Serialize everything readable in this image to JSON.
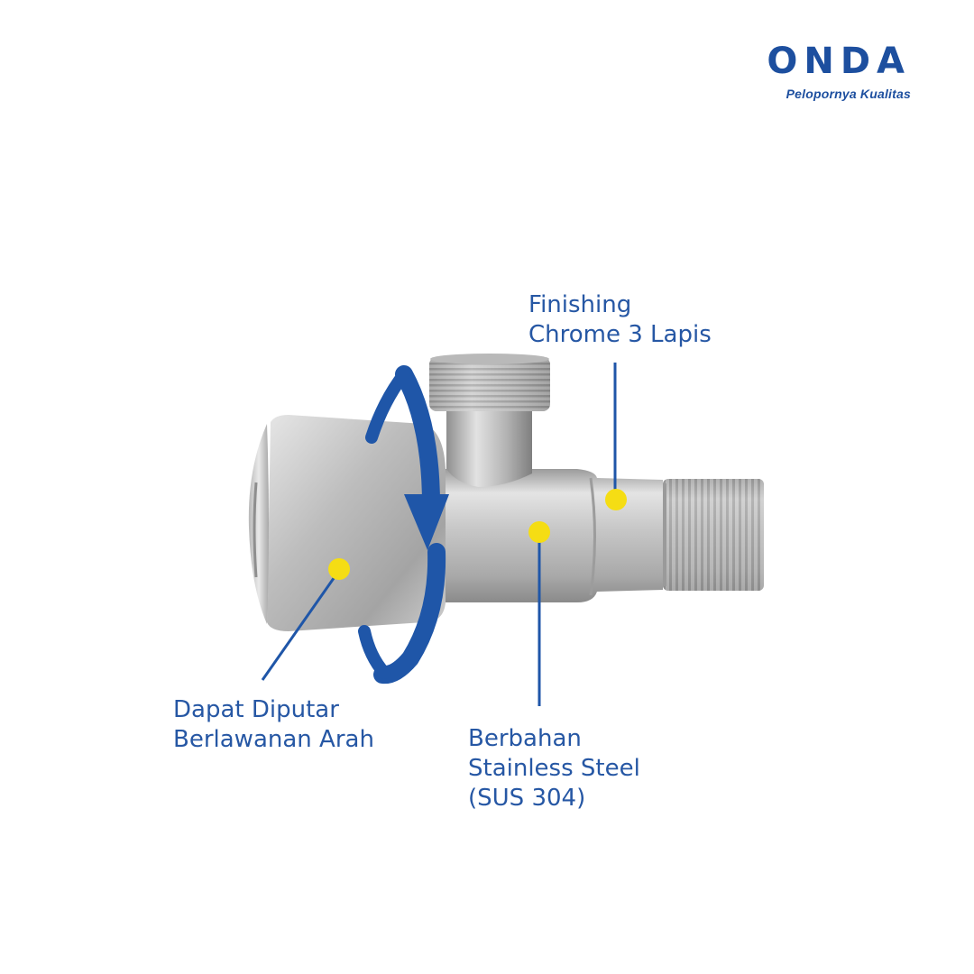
{
  "brand": {
    "name": "ONDA",
    "tagline": "Pelopornya Kualitas",
    "color": "#1d4f9f"
  },
  "callouts": {
    "finishing": {
      "lines": [
        "Finishing",
        "Chrome 3 Lapis"
      ]
    },
    "rotate": {
      "lines": [
        "Dapat Diputar",
        "Berlawanan Arah"
      ]
    },
    "material": {
      "lines": [
        "Berbahan",
        "Stainless Steel",
        "(SUS 304)"
      ]
    }
  },
  "colors": {
    "accent_blue": "#1f56a8",
    "marker_yellow": "#f5dd14",
    "steel_light": "#d9d9d9",
    "steel_dark": "#8e8e8e"
  },
  "icons": {
    "rotation": "rotation-arrow-icon",
    "marker": "dot-marker-icon"
  }
}
